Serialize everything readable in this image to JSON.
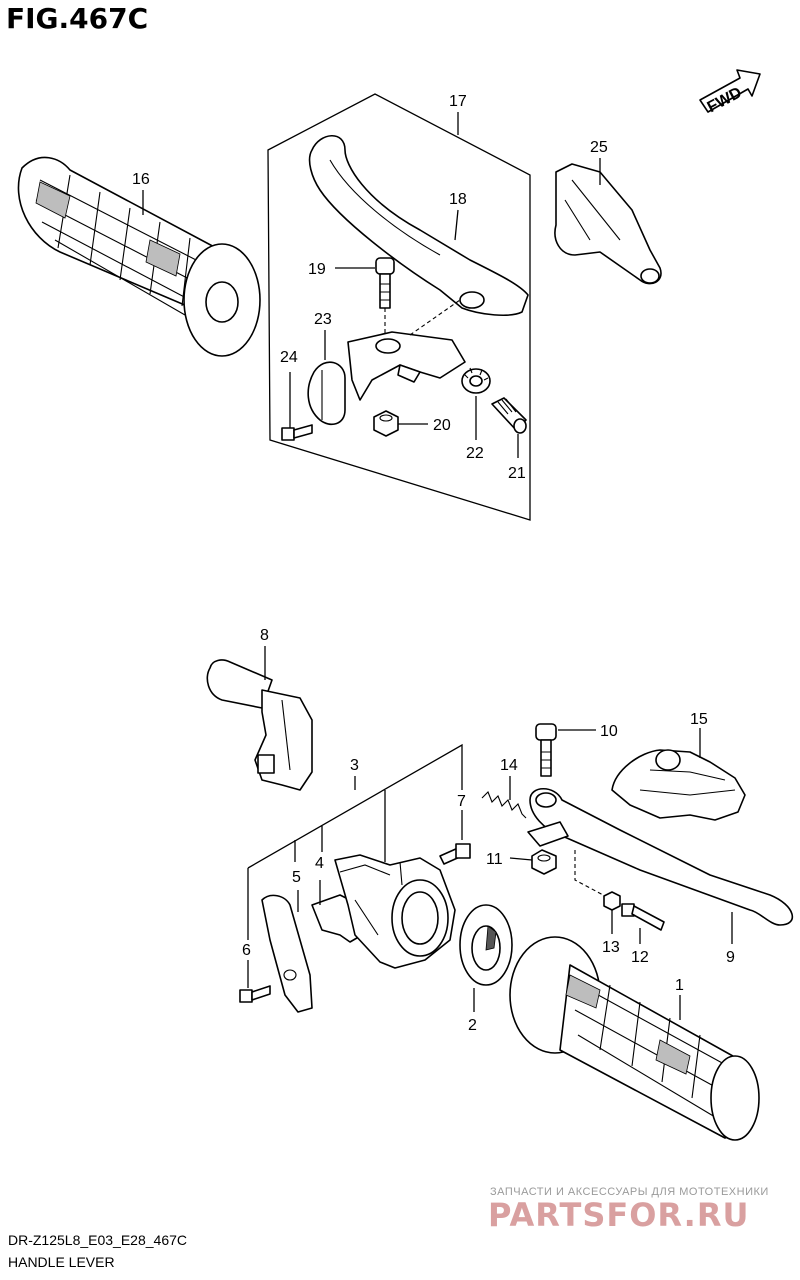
{
  "figure": {
    "title": "FIG.467C",
    "model_code": "DR-Z125L8_E03_E28_467C",
    "section_name": "HANDLE LEVER"
  },
  "watermark": {
    "line1": "ЗАПЧАСТИ И АКСЕССУАРЫ ДЛЯ МОТОТЕХНИКИ",
    "line2": "PARTSFOR.RU"
  },
  "direction_badge": "FWD",
  "callouts": {
    "p1": "1",
    "p2": "2",
    "p3": "3",
    "p4": "4",
    "p5": "5",
    "p6": "6",
    "p7": "7",
    "p8": "8",
    "p9": "9",
    "p10": "10",
    "p11": "11",
    "p12": "12",
    "p13": "13",
    "p14": "14",
    "p15": "15",
    "p16": "16",
    "p17": "17",
    "p18": "18",
    "p19": "19",
    "p20": "20",
    "p21": "21",
    "p22": "22",
    "p23": "23",
    "p24": "24",
    "p25": "25"
  },
  "colors": {
    "line": "#000000",
    "background": "#ffffff",
    "watermark_red": "#d9a0a0"
  }
}
